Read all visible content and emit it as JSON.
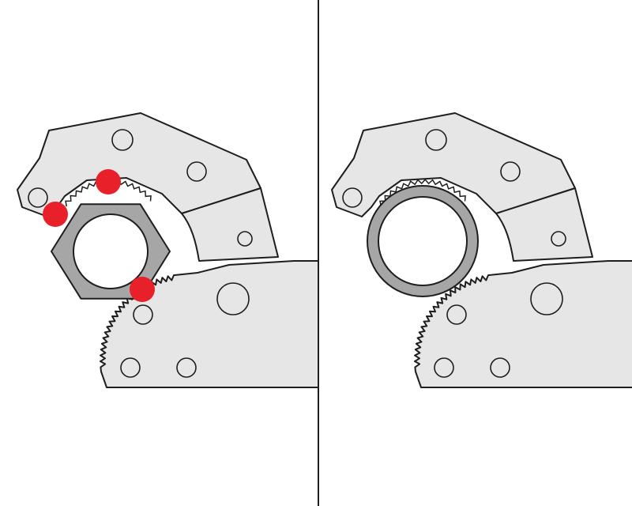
{
  "colors": {
    "background": "#ffffff",
    "jaw_fill": "#e6e6e6",
    "outline": "#1e1e1e",
    "nut_fill": "#a6a6a6",
    "ring_fill": "#a6a6a6",
    "contact_point": "#e8202a",
    "divider": "#1e1e1e"
  },
  "panels": [
    {
      "id": "left",
      "workpiece": "hex-nut",
      "contact_points": 3
    },
    {
      "id": "right",
      "workpiece": "round-pipe",
      "contact_points": 0
    }
  ]
}
